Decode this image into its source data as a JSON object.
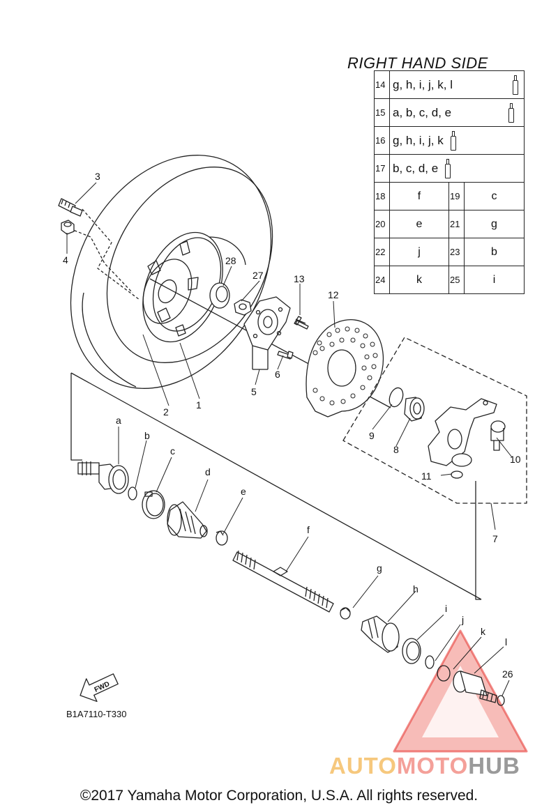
{
  "right_hand_side": {
    "title": "RIGHT HAND SIDE",
    "combo_rows": [
      {
        "num": "14",
        "letters": "g, h, i, j, k, l",
        "icon": "grease-tube-icon"
      },
      {
        "num": "15",
        "letters": "a, b, c, d, e",
        "icon": "grease-tube-icon"
      },
      {
        "num": "16",
        "letters": "g, h, i, j, k",
        "icon": "grease-tube-icon"
      },
      {
        "num": "17",
        "letters": "b, c, d, e",
        "icon": "grease-tube-icon"
      }
    ],
    "pair_rows": [
      {
        "num1": "18",
        "letter1": "f",
        "num2": "19",
        "letter2": "c"
      },
      {
        "num1": "20",
        "letter1": "e",
        "num2": "21",
        "letter2": "g"
      },
      {
        "num1": "22",
        "letter1": "j",
        "num2": "23",
        "letter2": "b"
      },
      {
        "num1": "24",
        "letter1": "k",
        "num2": "25",
        "letter2": "i"
      }
    ]
  },
  "callouts": {
    "n1": "1",
    "n2": "2",
    "n3": "3",
    "n4": "4",
    "n5": "5",
    "n6": "6",
    "n7": "7",
    "n8": "8",
    "n9": "9",
    "n10": "10",
    "n11": "11",
    "n12": "12",
    "n13": "13",
    "n26": "26",
    "n27": "27",
    "n28": "28",
    "a": "a",
    "b": "b",
    "c": "c",
    "d": "d",
    "e": "e",
    "f": "f",
    "g": "g",
    "h": "h",
    "i": "i",
    "j": "j",
    "k": "k",
    "l": "l"
  },
  "fwd": {
    "arrow_text": "FWD",
    "code": "B1A7110-T330"
  },
  "watermark": {
    "part1": "AUTO",
    "part2": "MOTO",
    "part3": "HUB",
    "colors": {
      "auto": "#f6c87d",
      "moto": "#f4a099",
      "hub": "#9a9a9a",
      "triangle": "#e8403a"
    }
  },
  "copyright": "©2017 Yamaha Motor Corporation, U.S.A. All rights reserved."
}
